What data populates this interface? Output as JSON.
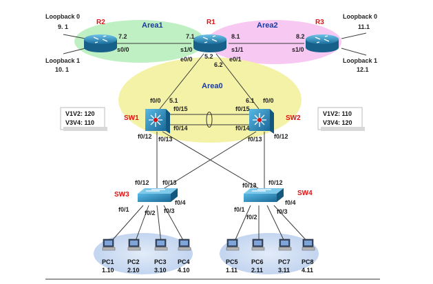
{
  "areas": {
    "area1": "Area1",
    "area2": "Area2",
    "area0": "Area0"
  },
  "routers": {
    "r1": {
      "name": "R1",
      "ifs": [
        "s1/0",
        "e0/0",
        "s1/1",
        "e0/1"
      ],
      "addrs": [
        "7.1",
        "8.1",
        "5.2",
        "6.2"
      ]
    },
    "r2": {
      "name": "R2",
      "ifs": [
        "s0/0"
      ],
      "addrs": [
        "7.2"
      ],
      "loopbacks": [
        {
          "name": "Loopback 0",
          "addr": "9. 1"
        },
        {
          "name": "Loopback 1",
          "addr": "10. 1"
        }
      ]
    },
    "r3": {
      "name": "R3",
      "ifs": [
        "s1/0"
      ],
      "addrs": [
        "8.2"
      ],
      "loopbacks": [
        {
          "name": "Loopback 0",
          "addr": "11.1"
        },
        {
          "name": "Loopback 1",
          "addr": "12.1"
        }
      ]
    }
  },
  "core": {
    "sw1": {
      "name": "SW1",
      "ports": [
        "f0/0",
        "f0/15",
        "f0/14",
        "f0/12",
        "f0/13"
      ],
      "addr": "5.1",
      "vlan_info": [
        "V1V2: 120",
        "V3V4: 110"
      ]
    },
    "sw2": {
      "name": "SW2",
      "ports": [
        "f0/0",
        "f0/15",
        "f0/14",
        "f0/13",
        "f0/12"
      ],
      "addr": "6.1",
      "vlan_info": [
        "V1V2: 110",
        "V3V4: 120"
      ]
    }
  },
  "access": {
    "sw3": {
      "name": "SW3",
      "ports": [
        "f0/12",
        "f0/13",
        "f0/1",
        "f0/2",
        "f0/3",
        "f0/4"
      ]
    },
    "sw4": {
      "name": "SW4",
      "ports": [
        "f0/13",
        "f0/12",
        "f0/1",
        "f0/2",
        "f0/3",
        "f0/4"
      ]
    }
  },
  "pcs": [
    {
      "name": "PC1",
      "addr": "1.10"
    },
    {
      "name": "PC2",
      "addr": "2.10"
    },
    {
      "name": "PC3",
      "addr": "3.10"
    },
    {
      "name": "PC4",
      "addr": "4.10"
    },
    {
      "name": "PC5",
      "addr": "1.11"
    },
    {
      "name": "PC6",
      "addr": "2.11"
    },
    {
      "name": "PC7",
      "addr": "3.11"
    },
    {
      "name": "PC8",
      "addr": "4.11"
    }
  ],
  "colors": {
    "area1": "#bff0c4",
    "area2": "#f6c8f2",
    "area0": "#f4f2a6",
    "pc_group": "#c8d8f2",
    "router": "#2f8fbe",
    "red_label": "#e01010"
  }
}
